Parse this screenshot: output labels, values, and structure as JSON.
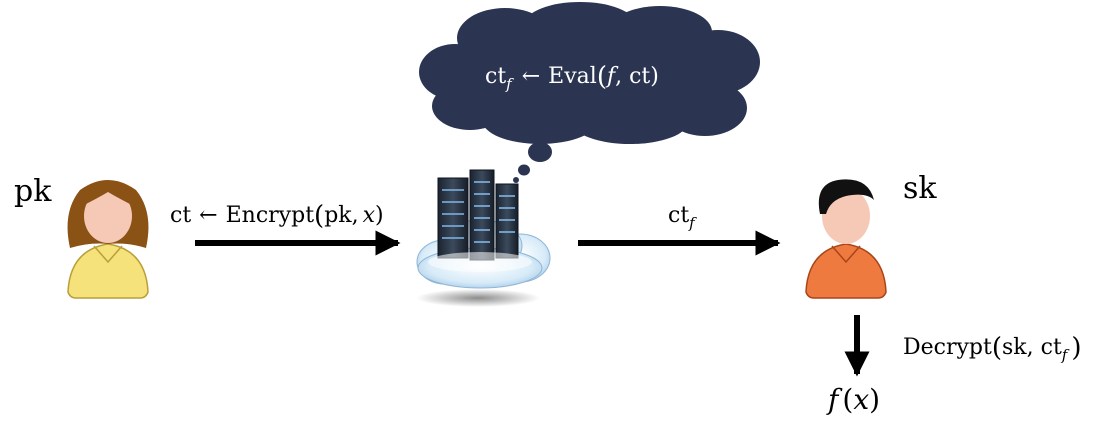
{
  "keys": {
    "public": "pk",
    "secret": "sk"
  },
  "encrypt": {
    "lhs": "ct",
    "arrow": "←",
    "func": "Encrypt",
    "args": "pk,",
    "var": "x",
    "close": ")"
  },
  "eval": {
    "lhs": "ct",
    "sub": "f",
    "arrow": "←",
    "func": "Eval",
    "argf": "f",
    "args": ", ct)"
  },
  "transfer": {
    "base": "ct",
    "sub": "f"
  },
  "decrypt": {
    "func": "Decrypt",
    "args": "sk, ct",
    "sub": "f",
    "close": ")"
  },
  "result": {
    "f": "f",
    "open": "(",
    "var": "x",
    "close": ")"
  },
  "colors": {
    "thought_cloud": "#2b3552",
    "alice_hair": "#8b5215",
    "alice_shirt": "#f5e27a",
    "bob_hair": "#111111",
    "bob_shirt": "#ef7a3f",
    "skin": "#f6c8b6",
    "server_cloud": "#cfe6f7"
  },
  "icons": [
    "user-female-icon",
    "cloud-server-icon",
    "user-male-icon",
    "thought-cloud-icon"
  ]
}
